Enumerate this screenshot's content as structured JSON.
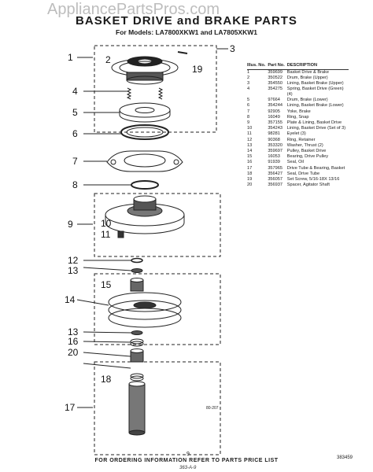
{
  "watermark": "AppliancePartsPros.com",
  "title": "BASKET DRIVE and BRAKE PARTS",
  "models": "For Models: LA7800XKW1  and LA7805XKW1",
  "diagram": {
    "callouts": [
      "1",
      "2",
      "3",
      "19",
      "4",
      "5",
      "6",
      "7",
      "8",
      "9",
      "10",
      "11",
      "12",
      "13",
      "15",
      "14",
      "13",
      "16",
      "20",
      "18",
      "17"
    ],
    "code": "80-207"
  },
  "table": {
    "headers": [
      "Illus. No.",
      "Part No.",
      "DESCRIPTION"
    ],
    "rows": [
      [
        "1",
        "359699",
        "Basket Drive & Brake"
      ],
      [
        "2",
        "350522",
        "Drum, Brake (Upper)"
      ],
      [
        "3",
        "354550",
        "Lining, Basket Brake (Upper)"
      ],
      [
        "4",
        "354275",
        "Spring, Basket Drive (Green) (4)"
      ],
      [
        "5",
        "97664",
        "Drum, Brake (Lower)"
      ],
      [
        "6",
        "354244",
        "Lining, Basket Brake (Lower)"
      ],
      [
        "7",
        "92905",
        "Yoke, Brake"
      ],
      [
        "8",
        "16049",
        "Ring, Snap"
      ],
      [
        "9",
        "357155",
        "Plate & Lining, Basket Drive"
      ],
      [
        "10",
        "354243",
        "Lining, Basket Drive (Set of 3)"
      ],
      [
        "11",
        "98281",
        "Eyelet (3)"
      ],
      [
        "12",
        "90368",
        "Ring, Retainer"
      ],
      [
        "13",
        "353320",
        "Washer, Thrust (2)"
      ],
      [
        "14",
        "359697",
        "Pulley, Basket Drive"
      ],
      [
        "15",
        "16053",
        "Bearing, Drive Pulley"
      ],
      [
        "16",
        "91939",
        "Seal, Oil"
      ],
      [
        "17",
        "357965",
        "Drive Tube & Bearing, Basket"
      ],
      [
        "18",
        "356427",
        "Seal, Drive Tube"
      ],
      [
        "19",
        "356057",
        "Set Screw, 5/16-18X 13/16"
      ],
      [
        "20",
        "356937",
        "Spacer, Agitator Shaft"
      ]
    ]
  },
  "footer": "FOR ORDERING INFORMATION REFER TO PARTS PRICE LIST",
  "page_number": "9",
  "doc_number": "383459",
  "handwriting": "363-A-9"
}
